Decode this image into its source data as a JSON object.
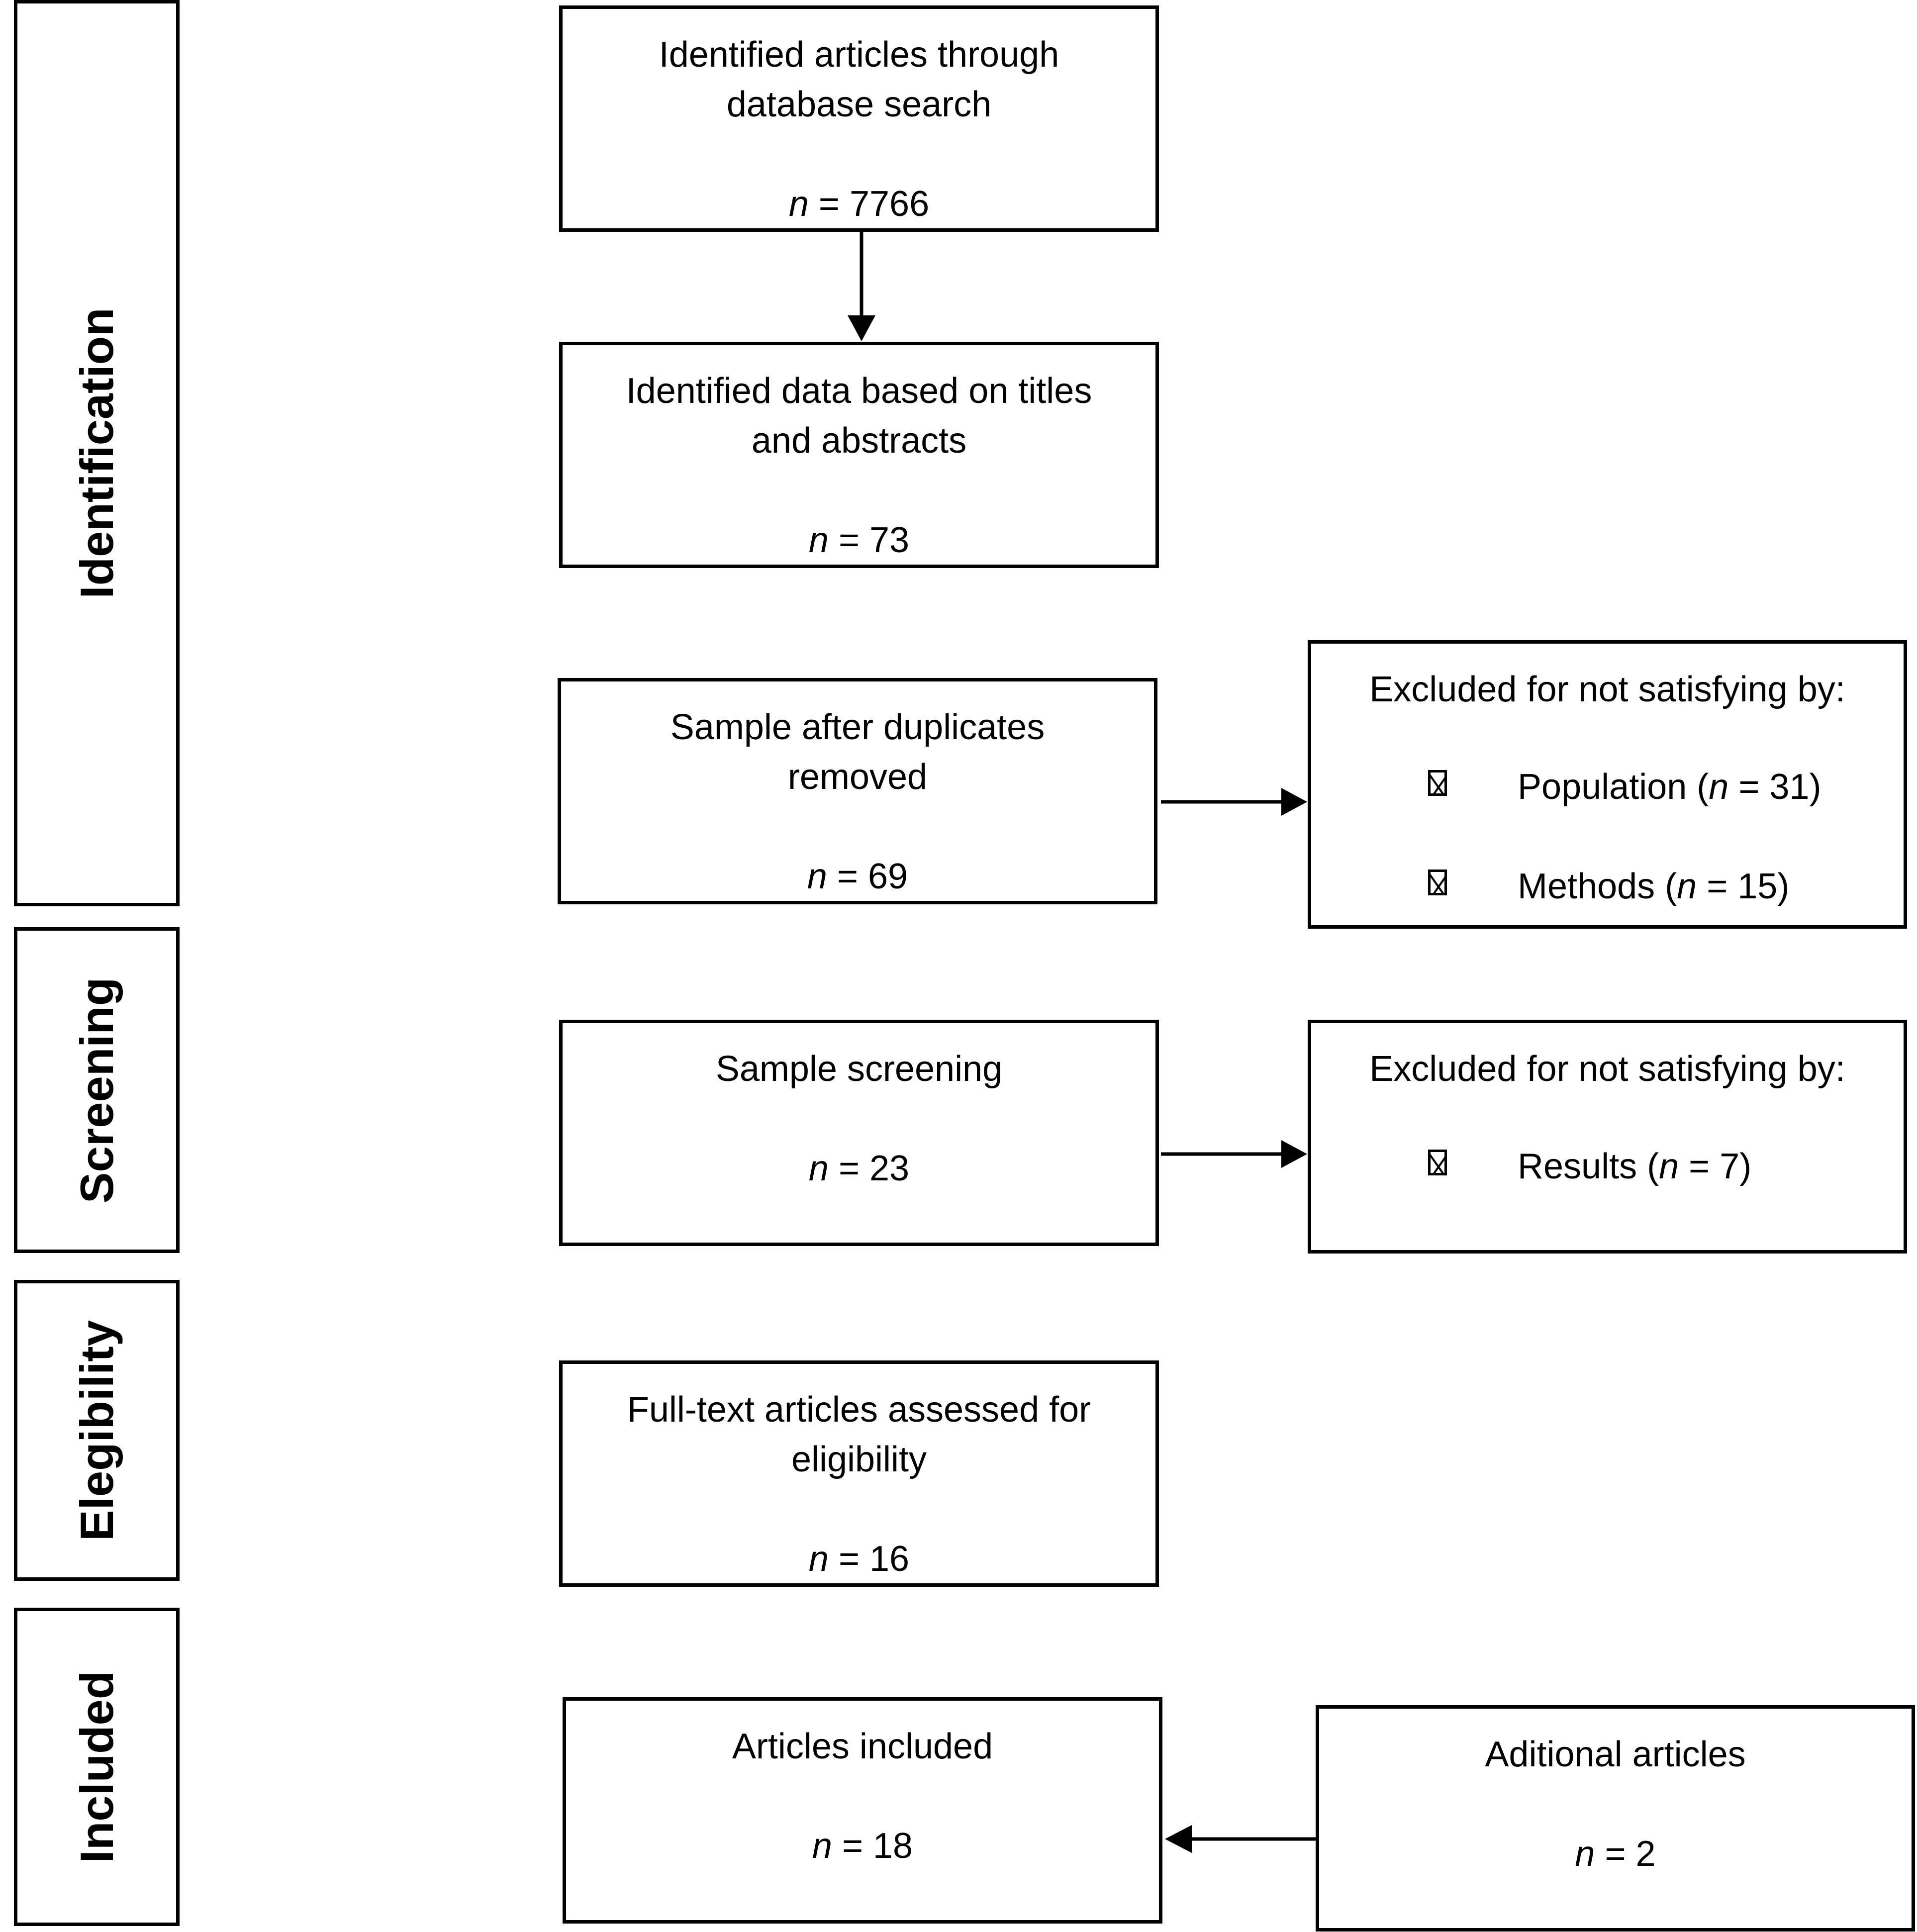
{
  "stages": {
    "identification": "Identification",
    "screening": "Screening",
    "eligibility": "Elegibility",
    "included": "Included"
  },
  "boxes": {
    "database_search": {
      "line1": "Identified articles through",
      "line2": "database search",
      "n_label": "n",
      "n_value": " = 7766"
    },
    "titles_abstracts": {
      "line1": "Identified data based on titles",
      "line2": "and abstracts",
      "n_label": "n",
      "n_value": " = 73"
    },
    "duplicates_removed": {
      "line1": "Sample after duplicates",
      "line2": "removed",
      "n_label": "n",
      "n_value": " = 69"
    },
    "sample_screening": {
      "line1": "Sample screening",
      "n_label": "n",
      "n_value": " = 23"
    },
    "full_text": {
      "line1": "Full-text articles assessed for",
      "line2": "eligibility",
      "n_label": "n",
      "n_value": " = 16"
    },
    "articles_included": {
      "line1": "Articles included",
      "n_label": "n",
      "n_value": " = 18"
    },
    "additional_articles": {
      "line1": "Aditional articles",
      "n_label": "n",
      "n_value": " = 2"
    }
  },
  "exclusions": {
    "first": {
      "title": "Excluded for not satisfying by:",
      "items": [
        {
          "label": "Population (",
          "n_label": "n",
          "n_value": " = 31)"
        },
        {
          "label": "Methods (",
          "n_label": "n",
          "n_value": " = 15)"
        }
      ]
    },
    "second": {
      "title": "Excluded for not satisfying by:",
      "items": [
        {
          "label": "Results (",
          "n_label": "n",
          "n_value": " = 7)"
        }
      ]
    }
  }
}
